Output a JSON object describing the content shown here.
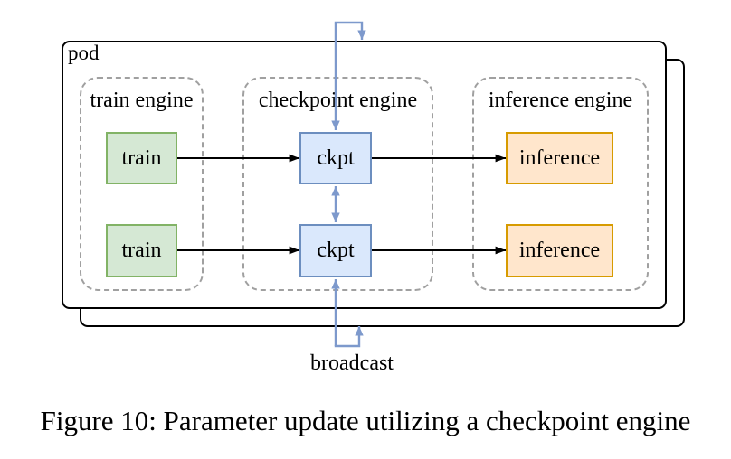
{
  "diagram": {
    "pod_label": "pod",
    "engines": [
      {
        "id": "train-engine",
        "label": "train engine",
        "boxes": [
          "train",
          "train"
        ]
      },
      {
        "id": "checkpoint-engine",
        "label": "checkpoint engine",
        "boxes": [
          "ckpt",
          "ckpt"
        ]
      },
      {
        "id": "inference-engine",
        "label": "inference engine",
        "boxes": [
          "inference",
          "inference"
        ]
      }
    ],
    "broadcast_label": "broadcast",
    "colors": {
      "train_fill": "#d5e8d4",
      "train_stroke": "#82b366",
      "ckpt_fill": "#dae8fc",
      "ckpt_stroke": "#6c8ebf",
      "inference_fill": "#ffe6cc",
      "inference_stroke": "#d79b00",
      "arrow_blue": "#7d99cc",
      "dashed_stroke": "#a0a0a0",
      "pod_stroke": "#000000"
    }
  },
  "caption": "Figure 10: Parameter update utilizing a checkpoint engine"
}
